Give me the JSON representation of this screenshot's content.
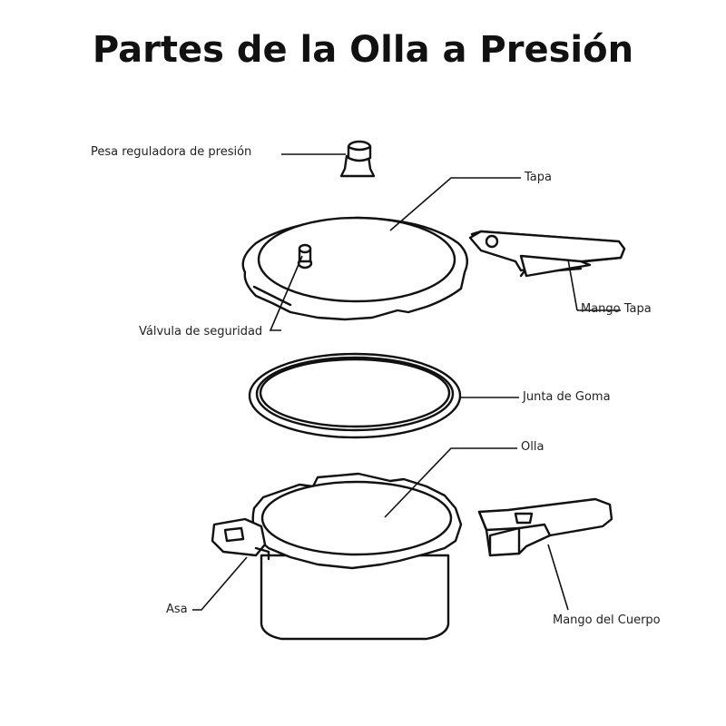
{
  "title": "Partes de la Olla a Presión",
  "labels": {
    "weight": "Pesa reguladora de presión",
    "lid": "Tapa",
    "lid_handle": "Mango Tapa",
    "safety_valve": "Válvula de seguridad",
    "gasket": "Junta de Goma",
    "pot": "Olla",
    "side_handle": "Asa",
    "body_handle": "Mango del Cuerpo"
  }
}
